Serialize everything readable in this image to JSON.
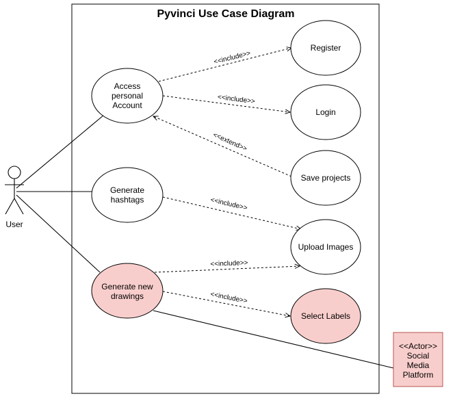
{
  "title": "Pyvinci Use Case Diagram",
  "colors": {
    "highlight_fill": "#f8cecc",
    "highlight_stroke": "#b85450",
    "default_fill": "#ffffff",
    "line": "#000000"
  },
  "actors": {
    "user": {
      "label": "User"
    },
    "social": {
      "stereotype": "<<Actor>>",
      "lines": [
        "Social",
        "Media",
        "Platform"
      ]
    }
  },
  "use_cases": {
    "access": {
      "lines": [
        "Access",
        "personal",
        "Account"
      ],
      "highlighted": false
    },
    "hashtags": {
      "lines": [
        "Generate",
        "hashtags"
      ],
      "highlighted": false
    },
    "drawings": {
      "lines": [
        "Generate new",
        "drawings"
      ],
      "highlighted": true
    },
    "register": {
      "lines": [
        "Register"
      ],
      "highlighted": false
    },
    "login": {
      "lines": [
        "Login"
      ],
      "highlighted": false
    },
    "save": {
      "lines": [
        "Save projects"
      ],
      "highlighted": false
    },
    "upload": {
      "lines": [
        "Upload Images"
      ],
      "highlighted": false
    },
    "labels": {
      "lines": [
        "Select Labels"
      ],
      "highlighted": true
    }
  },
  "relations": {
    "access_register": "<<include>>",
    "access_login": "<<include>>",
    "save_access": "<<extend>>",
    "hashtags_upload": "<<include>>",
    "drawings_upload": "<<include>>",
    "drawings_labels": "<<include>>"
  }
}
